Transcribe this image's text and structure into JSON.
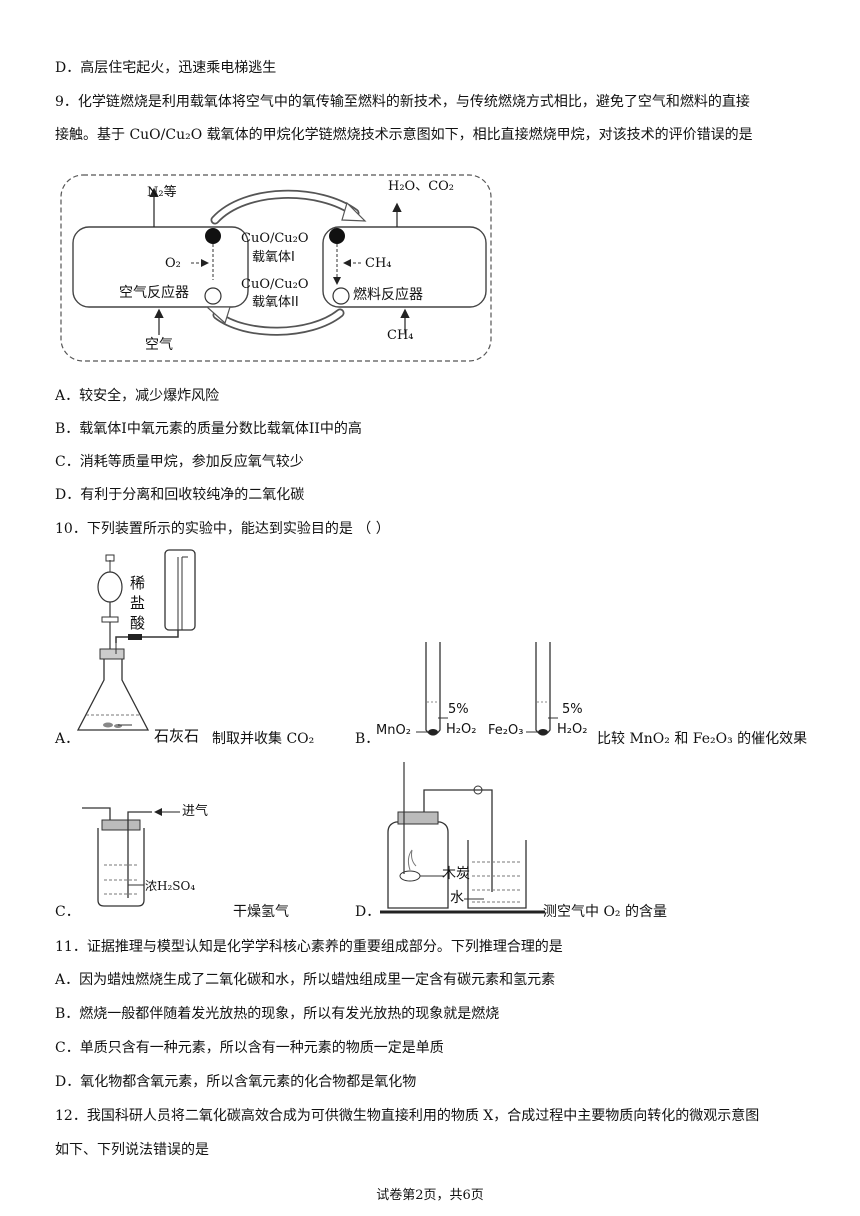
{
  "lines": {
    "d_prev": "D．高层住宅起火，迅速乘电梯逃生",
    "q9_a": "9．化学链燃烧是利用载氧体将空气中的氧传输至燃料的新技术，与传统燃烧方式相比，避免了空气和燃料的直接",
    "q9_b": "接触。基于 CuO/Cu₂O 载氧体的甲烷化学链燃烧技术示意图如下，相比直接燃烧甲烷，对该技术的评价错误的是",
    "q9_A": "A．较安全，减少爆炸风险",
    "q9_B": "B．载氧体I中氧元素的质量分数比载氧体II中的高",
    "q9_C": "C．消耗等质量甲烷，参加反应氧气较少",
    "q9_D": "D．有利于分离和回收较纯净的二氧化碳",
    "q10": "10．下列装置所示的实验中，能达到实验目的是 （    ）",
    "q11": "11．证据推理与模型认知是化学学科核心素养的重要组成部分。下列推理合理的是",
    "q11_A": "A．因为蜡烛燃烧生成了二氧化碳和水，所以蜡烛组成里一定含有碳元素和氢元素",
    "q11_B": "B．燃烧一般都伴随着发光放热的现象，所以有发光放热的现象就是燃烧",
    "q11_C": "C．单质只含有一种元素，所以含有一种元素的物质一定是单质",
    "q11_D": "D．氧化物都含氧元素，所以含氧元素的化合物都是氧化物",
    "q12_a": "12．我国科研人员将二氧化碳高效合成为可供微生物直接利用的物质 X，合成过程中主要物质向转化的微观示意图",
    "q12_b": "如下、下列说法错误的是"
  },
  "q9_diagram": {
    "n2": "N₂等",
    "products": "H₂O、CO₂",
    "o2": "O₂",
    "ch4_inner": "CH₄",
    "carrier1_formula": "CuO/Cu₂O",
    "carrier1_name": "载氧体I",
    "carrier2_formula": "CuO/Cu₂O",
    "carrier2_name": "载氧体II",
    "air_reactor": "空气反应器",
    "fuel_reactor": "燃料反应器",
    "air": "空气",
    "ch4_input": "CH₄"
  },
  "q10": {
    "A_letter": "A．",
    "A_acid": [
      "稀",
      "盐",
      "酸"
    ],
    "A_solid": "石灰石",
    "A_caption": "制取并收集 CO₂",
    "B_letter": "B．",
    "B_mno2": "MnO₂",
    "B_pct1": "5%",
    "B_h2o2_1": "H₂O₂",
    "B_fe2o3": "Fe₂O₃",
    "B_pct2": "5%",
    "B_h2o2_2": "H₂O₂",
    "B_caption": "比较 MnO₂ 和 Fe₂O₃ 的催化效果",
    "C_letter": "C．",
    "C_inlet": "进气",
    "C_acid": "浓H₂SO₄",
    "C_caption": "干燥氢气",
    "D_letter": "D．",
    "D_charcoal": "木炭",
    "D_water": "水",
    "D_caption": "测空气中 O₂ 的含量"
  },
  "footer": "试卷第2页，共6页"
}
